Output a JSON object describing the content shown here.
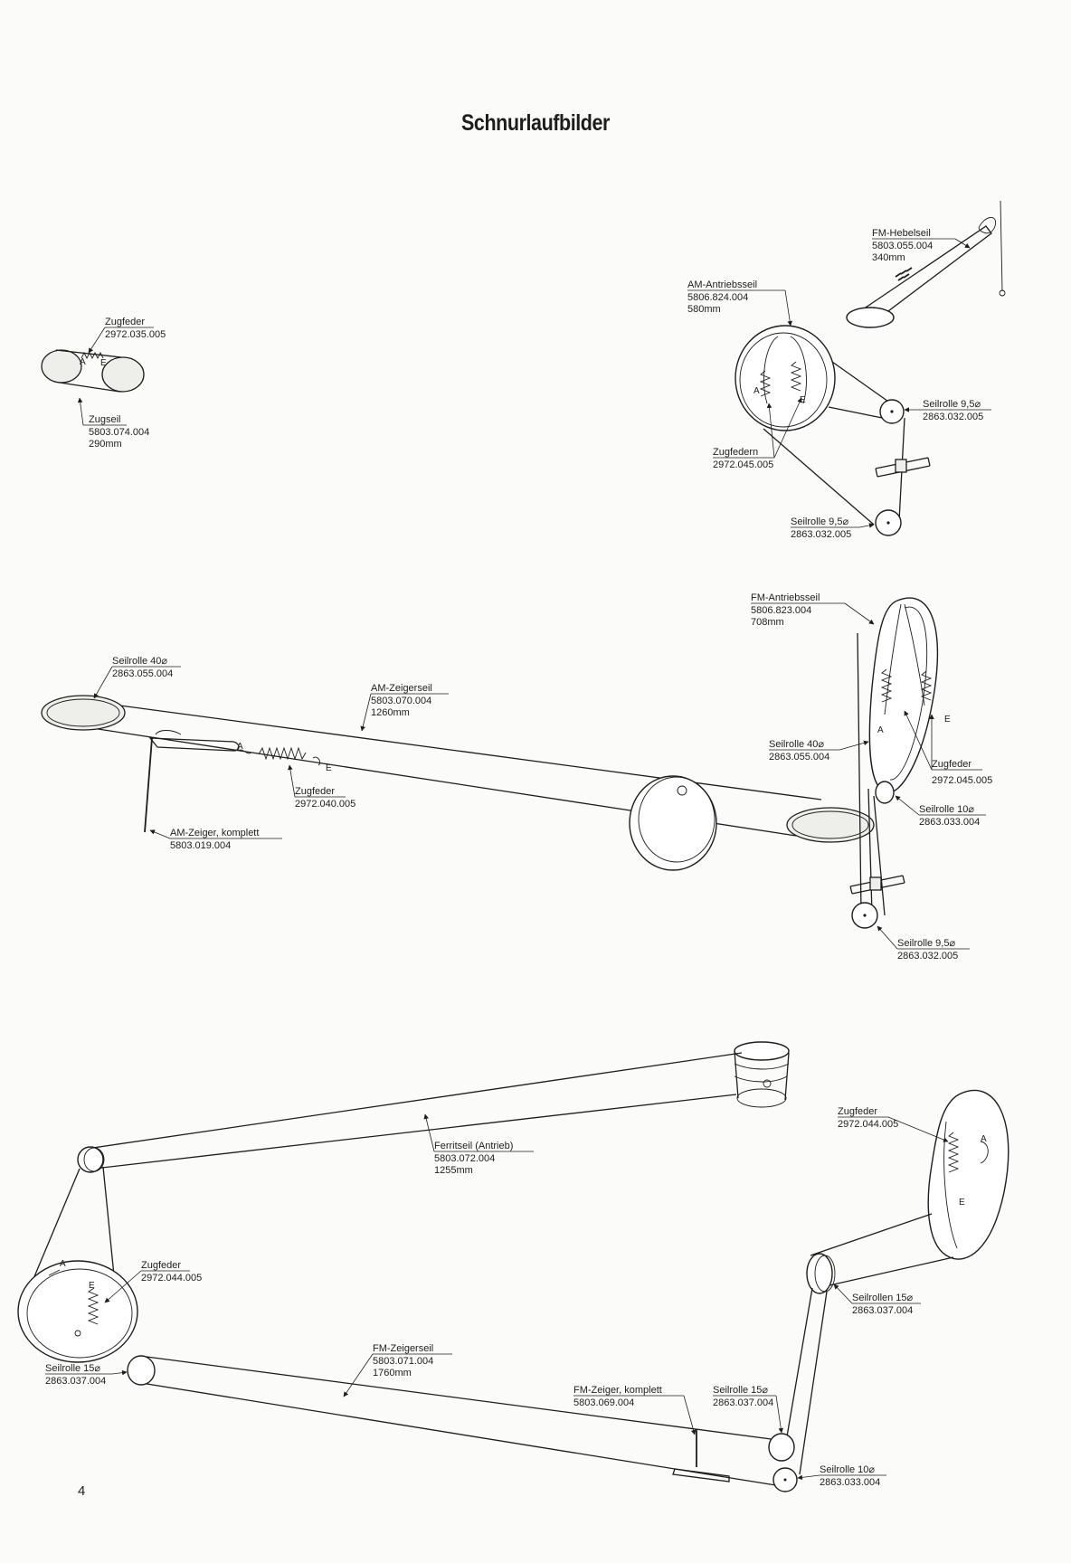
{
  "page": {
    "title": "Schnurlaufbilder",
    "page_number": "4"
  },
  "labels": {
    "zugseil_group": {
      "zugfeder": [
        "Zugfeder",
        "2972.035.005"
      ],
      "zugseil": [
        "Zugseil",
        "5803.074.004",
        "290mm"
      ]
    },
    "am_drive_group": {
      "fm_hebelseil": [
        "FM-Hebelseil",
        "5803.055.004",
        "340mm"
      ],
      "am_antriebsseil": [
        "AM-Antriebsseil",
        "5806.824.004",
        "580mm"
      ],
      "seilrolle_top": [
        "Seilrolle 9,5⌀",
        "2863.032.005"
      ],
      "zugfedern": [
        "Zugfedern",
        "2972.045.005"
      ],
      "seilrolle_bottom": [
        "Seilrolle 9,5⌀",
        "2863.032.005"
      ]
    },
    "am_pointer_group": {
      "seilrolle_40": [
        "Seilrolle 40⌀",
        "2863.055.004"
      ],
      "am_zeigerseil": [
        "AM-Zeigerseil",
        "5803.070.004",
        "1260mm"
      ],
      "zugfeder": [
        "Zugfeder",
        "2972.040.005"
      ],
      "am_zeiger": [
        "AM-Zeiger, komplett",
        "5803.019.004"
      ]
    },
    "fm_drive_group": {
      "fm_antriebsseil": [
        "FM-Antriebsseil",
        "5806.823.004",
        "708mm"
      ],
      "seilrolle_40": [
        "Seilrolle 40⌀",
        "2863.055.004"
      ],
      "zugfeder": [
        "Zugfeder",
        "2972.045.005"
      ],
      "seilrolle_10": [
        "Seilrolle 10⌀",
        "2863.033.004"
      ],
      "seilrolle_95": [
        "Seilrolle 9,5⌀",
        "2863.032.005"
      ]
    },
    "ferrit_group": {
      "ferritseil": [
        "Ferritseil (Antrieb)",
        "5803.072.004",
        "1255mm"
      ],
      "zugfeder_left": [
        "Zugfeder",
        "2972.044.005"
      ],
      "zugfeder_right": [
        "Zugfeder",
        "2972.044.005"
      ],
      "seilrollen_15": [
        "Seilrollen 15⌀",
        "2863.037.004"
      ],
      "seilrolle_15_left": [
        "Seilrolle 15⌀",
        "2863.037.004"
      ],
      "fm_zeigerseil": [
        "FM-Zeigerseil",
        "5803.071.004",
        "1760mm"
      ],
      "fm_zeiger": [
        "FM-Zeiger, komplett",
        "5803.069.004"
      ],
      "seilrolle_15_mid": [
        "Seilrolle 15⌀",
        "2863.037.004"
      ],
      "seilrolle_10": [
        "Seilrolle 10⌀",
        "2863.033.004"
      ]
    }
  },
  "markers": {
    "a": "A",
    "e": "E"
  }
}
